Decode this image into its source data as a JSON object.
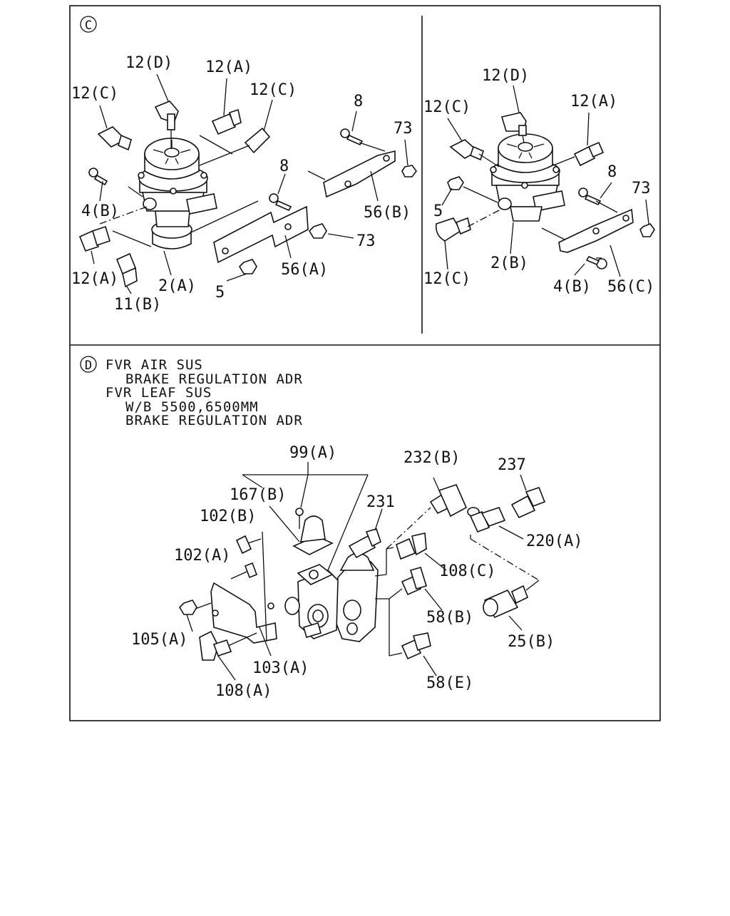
{
  "section_c": {
    "marker": "C",
    "left_labels": [
      {
        "id": "12D",
        "text": "12(D)"
      },
      {
        "id": "12A_top",
        "text": "12(A)"
      },
      {
        "id": "12C_left",
        "text": "12(C)"
      },
      {
        "id": "12C_right",
        "text": "12(C)"
      },
      {
        "id": "8_top",
        "text": "8"
      },
      {
        "id": "73_top",
        "text": "73"
      },
      {
        "id": "4B",
        "text": "4(B)"
      },
      {
        "id": "8_mid",
        "text": "8"
      },
      {
        "id": "56B",
        "text": "56(B)"
      },
      {
        "id": "73_mid",
        "text": "73"
      },
      {
        "id": "12A_bot",
        "text": "12(A)"
      },
      {
        "id": "2A",
        "text": "2(A)"
      },
      {
        "id": "56A",
        "text": "56(A)"
      },
      {
        "id": "11B",
        "text": "11(B)"
      },
      {
        "id": "5",
        "text": "5"
      }
    ],
    "right_labels": [
      {
        "id": "12D",
        "text": "12(D)"
      },
      {
        "id": "12C_top",
        "text": "12(C)"
      },
      {
        "id": "12A",
        "text": "12(A)"
      },
      {
        "id": "8",
        "text": "8"
      },
      {
        "id": "73",
        "text": "73"
      },
      {
        "id": "5",
        "text": "5"
      },
      {
        "id": "2B",
        "text": "2(B)"
      },
      {
        "id": "12C_bot",
        "text": "12(C)"
      },
      {
        "id": "4B",
        "text": "4(B)"
      },
      {
        "id": "56C",
        "text": "56(C)"
      }
    ]
  },
  "section_d": {
    "marker": "D",
    "notes": [
      "FVR AIR SUS",
      "BRAKE REGULATION ADR",
      "FVR LEAF SUS",
      "W/B 5500,6500MM",
      "BRAKE REGULATION ADR"
    ],
    "labels": [
      {
        "id": "99A",
        "text": "99(A)"
      },
      {
        "id": "232B",
        "text": "232(B)"
      },
      {
        "id": "237",
        "text": "237"
      },
      {
        "id": "167B",
        "text": "167(B)"
      },
      {
        "id": "231",
        "text": "231"
      },
      {
        "id": "102B",
        "text": "102(B)"
      },
      {
        "id": "220A",
        "text": "220(A)"
      },
      {
        "id": "102A",
        "text": "102(A)"
      },
      {
        "id": "108C",
        "text": "108(C)"
      },
      {
        "id": "58B",
        "text": "58(B)"
      },
      {
        "id": "105A",
        "text": "105(A)"
      },
      {
        "id": "25B",
        "text": "25(B)"
      },
      {
        "id": "103A",
        "text": "103(A)"
      },
      {
        "id": "58E",
        "text": "58(E)"
      },
      {
        "id": "108A",
        "text": "108(A)"
      }
    ]
  }
}
